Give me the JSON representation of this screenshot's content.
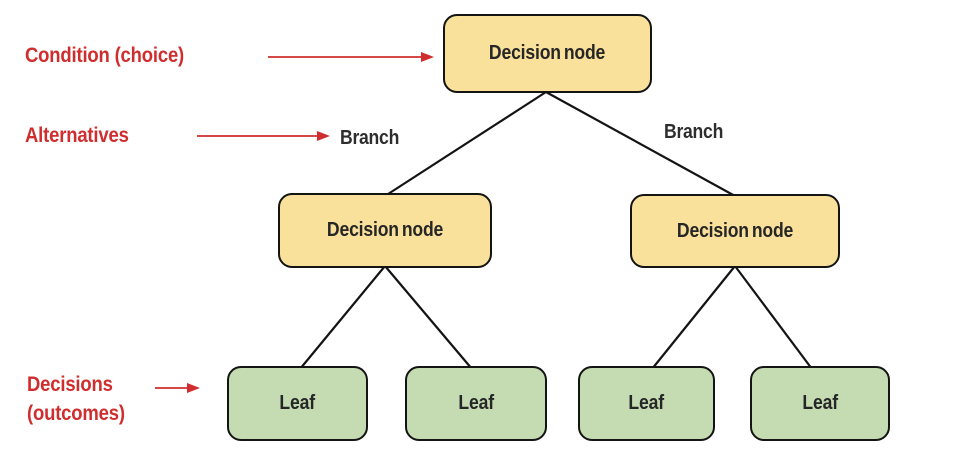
{
  "diagram": {
    "nodes": {
      "root": {
        "label": "Decision node"
      },
      "mid_left": {
        "label": "Decision node"
      },
      "mid_right": {
        "label": "Decision node"
      },
      "leaf_1": {
        "label": "Leaf"
      },
      "leaf_2": {
        "label": "Leaf"
      },
      "leaf_3": {
        "label": "Leaf"
      },
      "leaf_4": {
        "label": "Leaf"
      }
    },
    "edge_labels": {
      "branch_left": "Branch",
      "branch_right": "Branch"
    },
    "annotations": {
      "condition": "Condition (choice)",
      "alternatives": "Alternatives",
      "decisions_line1": "Decisions",
      "decisions_line2": "(outcomes)"
    }
  },
  "colors": {
    "decision-fill": "#fae19b",
    "leaf-fill": "#c5dcb3",
    "node-border": "#141414",
    "edge": "#141414",
    "annotation-red": "#d02e2e",
    "text-dark": "#262626"
  }
}
